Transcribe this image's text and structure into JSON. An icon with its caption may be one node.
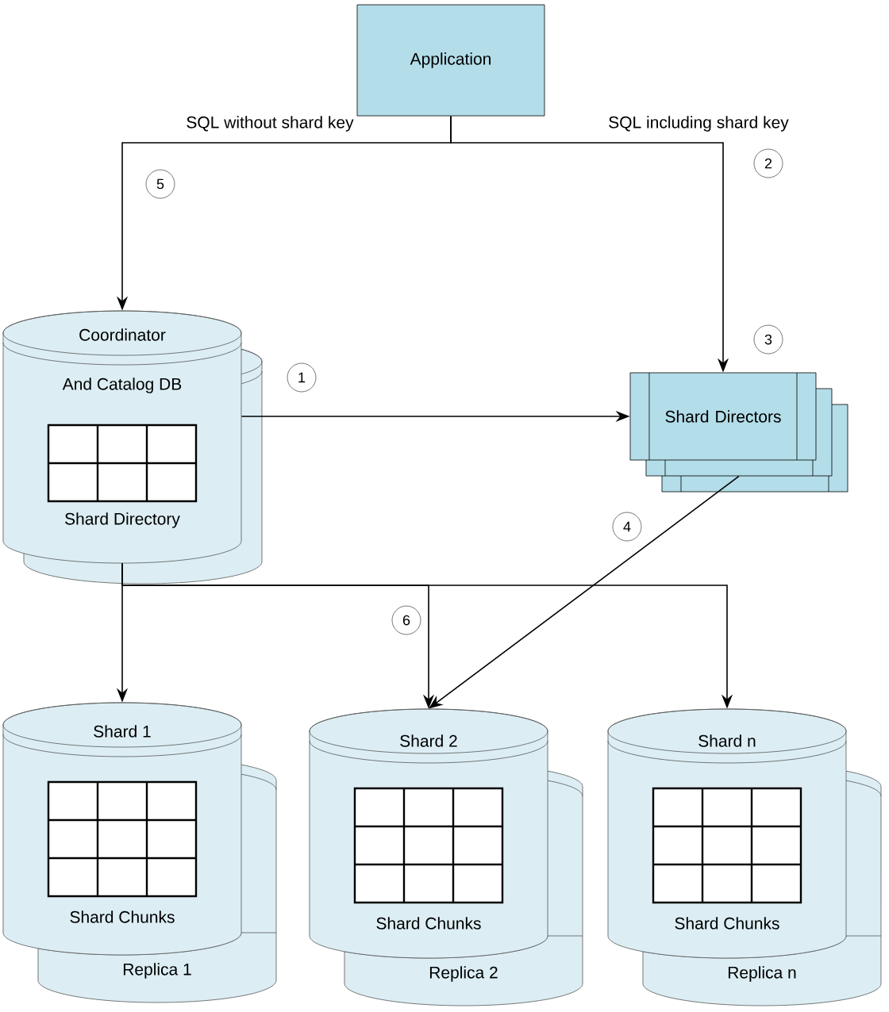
{
  "diagram": {
    "nodes": [
      {
        "text": [
          "Application"
        ]
      },
      {
        "text": [
          "Coordinator",
          "And Catalog DB",
          "Shard Directory"
        ]
      },
      {
        "text": [
          "Shard Directors"
        ]
      },
      {
        "text": [
          "Shard 1",
          "Shard Chunks"
        ]
      },
      {
        "text": [
          "Shard 2",
          "Shard Chunks"
        ]
      },
      {
        "text": [
          "Shard n",
          "Shard Chunks"
        ]
      },
      {
        "text": [
          "Replica 1"
        ]
      },
      {
        "text": [
          "Replica 2"
        ]
      },
      {
        "text": [
          "Replica n"
        ]
      }
    ],
    "edges": [
      {
        "from": 0,
        "to": 1,
        "arrow": "to",
        "label": "SQL without shard key"
      },
      {
        "from": 0,
        "to": 2,
        "arrow": "to",
        "label": "SQL including shard key"
      },
      {
        "from": 1,
        "to": 2,
        "arrow": "to"
      },
      {
        "from": 2,
        "to": 4,
        "arrow": "to"
      },
      {
        "from": 1,
        "to": 3,
        "arrow": "to"
      },
      {
        "from": 1,
        "to": 4,
        "arrow": "to"
      },
      {
        "from": 1,
        "to": 5,
        "arrow": "to"
      }
    ],
    "labels": [
      "5",
      "2",
      "3",
      "1",
      "4",
      "6"
    ]
  }
}
